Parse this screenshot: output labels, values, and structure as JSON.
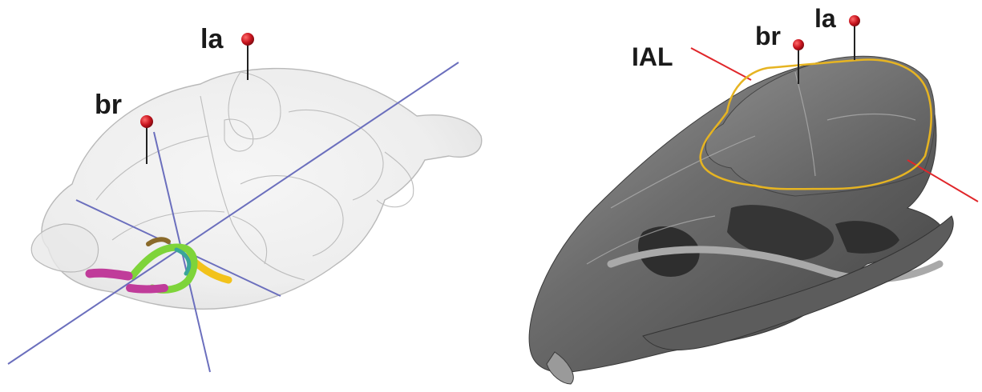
{
  "left_panel": {
    "landmarks": [
      {
        "key": "la",
        "label": "la",
        "pin_color": "#c8141e"
      },
      {
        "key": "br",
        "label": "br",
        "pin_color": "#c8141e"
      }
    ],
    "axis_color": "#6b6fbd",
    "structure_colors": {
      "green": "#7ed43a",
      "magenta": "#c03c9a",
      "yellow": "#f2c21a",
      "teal": "#3aa59a",
      "brown": "#8a6a2a"
    }
  },
  "right_panel": {
    "landmarks": [
      {
        "key": "la",
        "label": "la",
        "pin_color": "#c8141e"
      },
      {
        "key": "br",
        "label": "br",
        "pin_color": "#c8141e"
      }
    ],
    "line_label": "IAL",
    "line_color": "#e0262a",
    "outline_color": "#e6b422"
  }
}
